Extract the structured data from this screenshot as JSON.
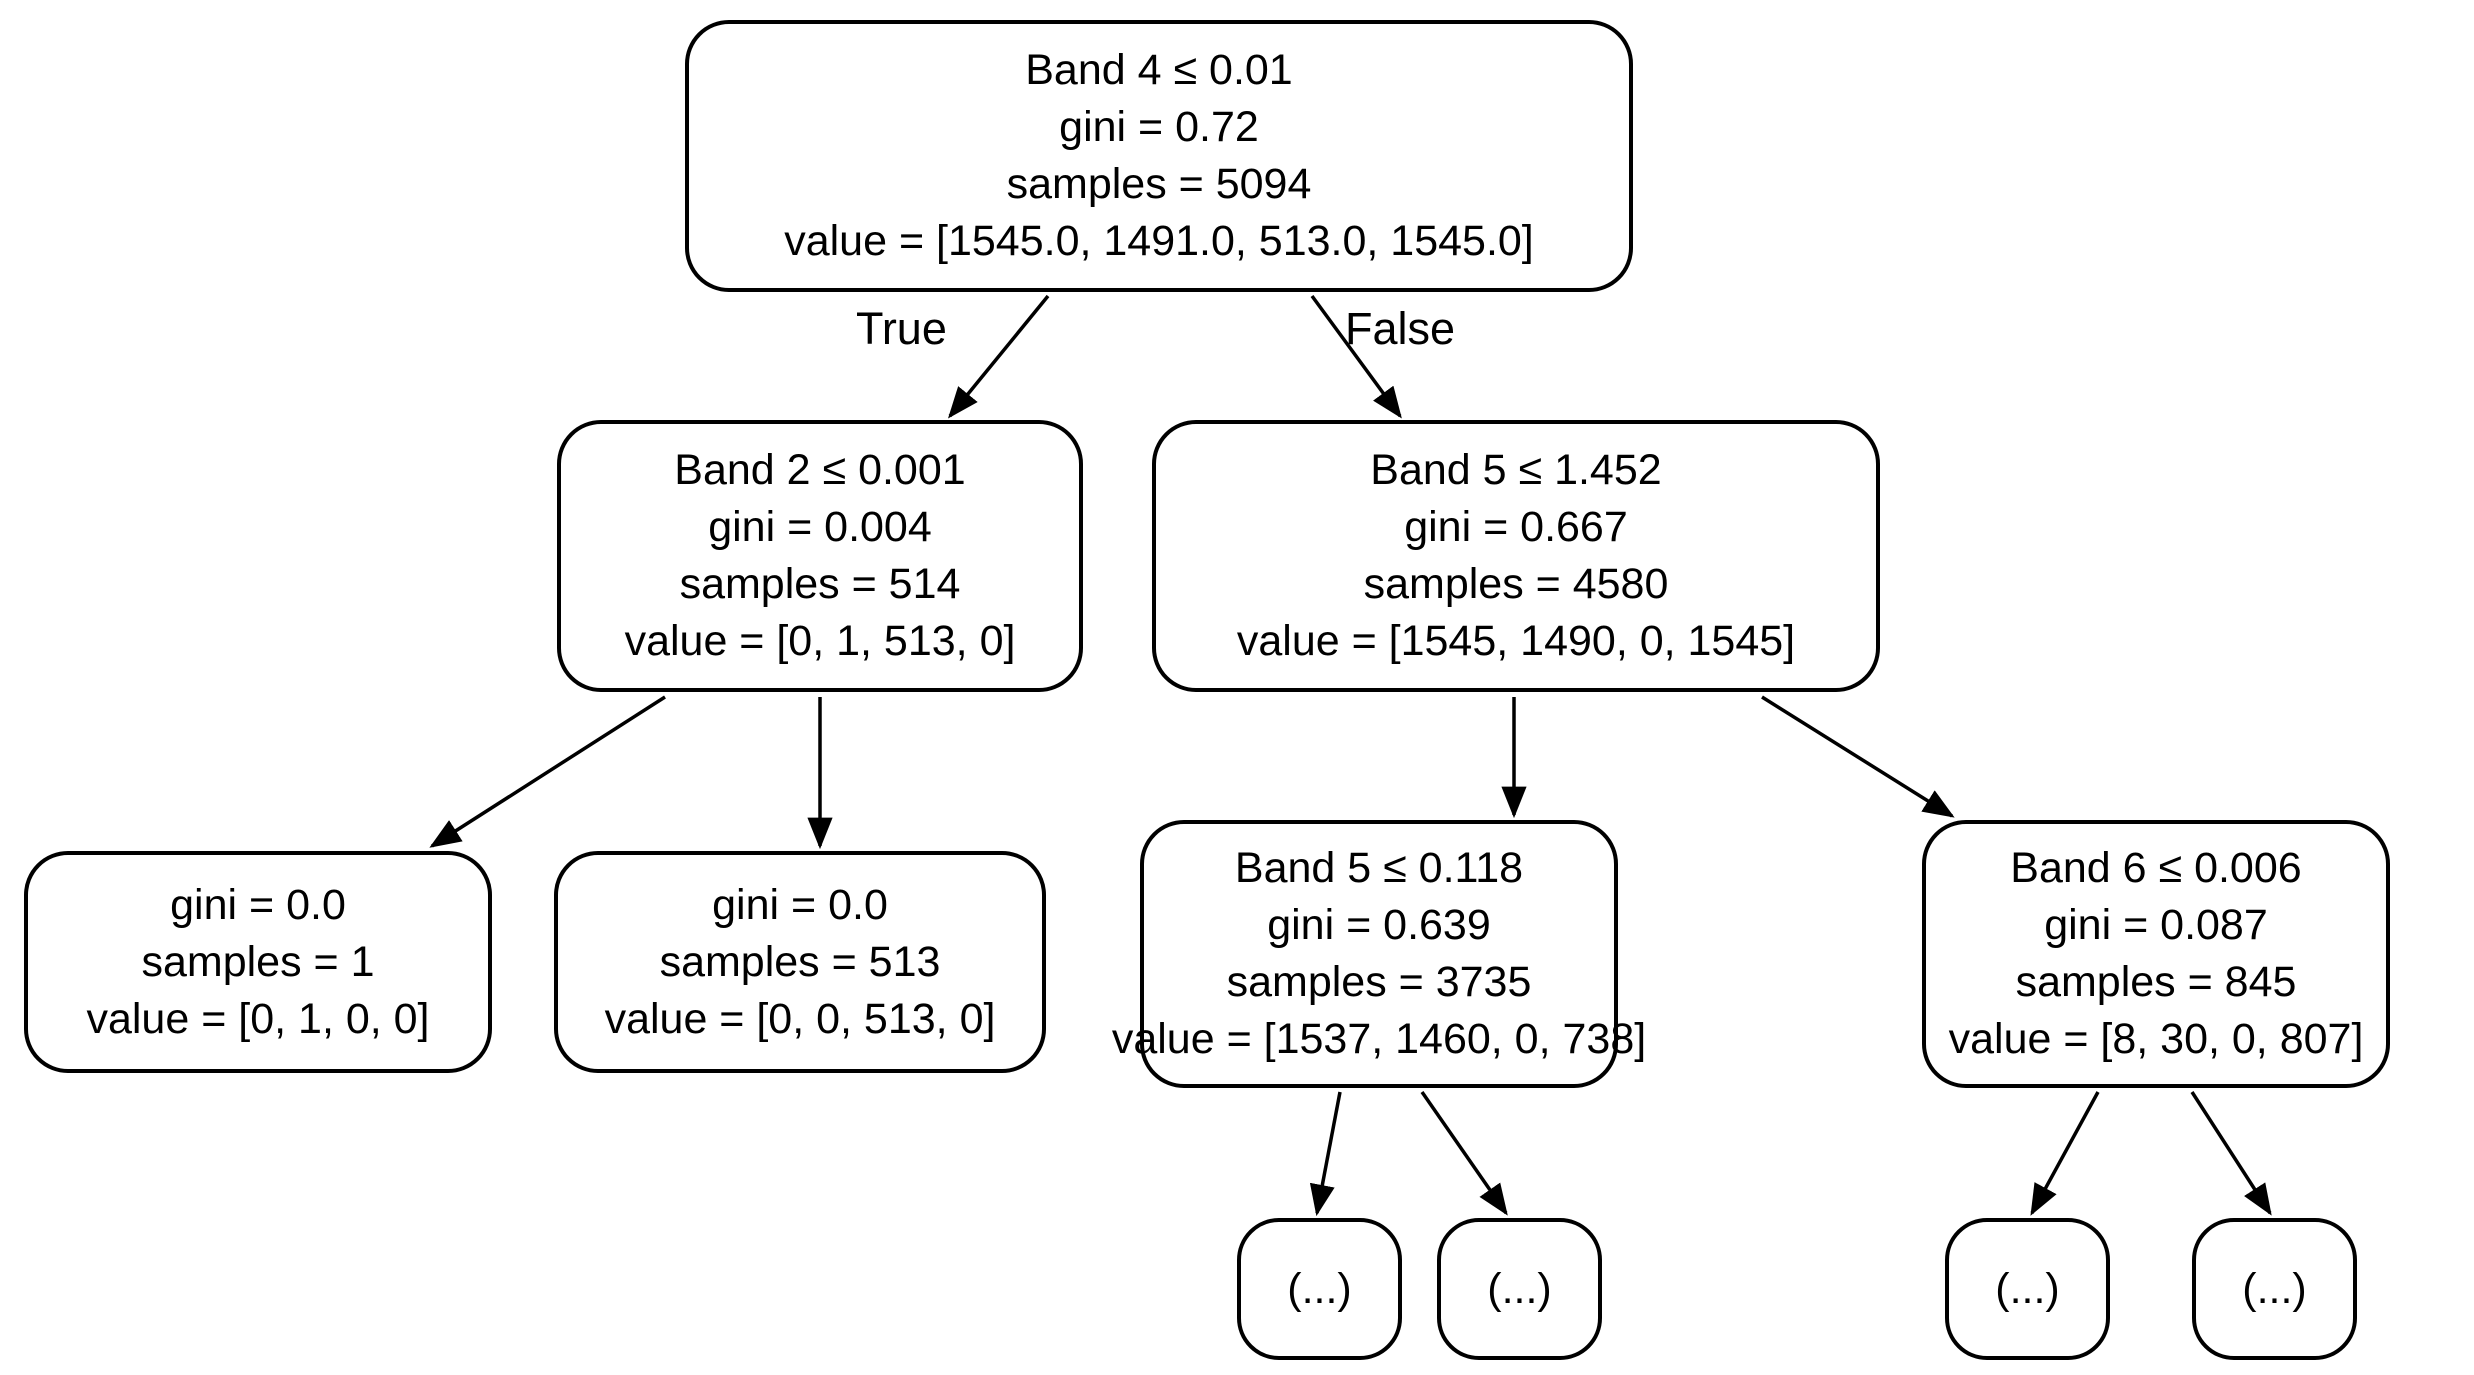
{
  "diagram": {
    "type": "decision-tree",
    "colors": {
      "background": "#ffffff",
      "node_fill": "#ffffff",
      "node_border": "#000000",
      "text": "#000000"
    },
    "edge_labels": {
      "true_label": "True",
      "false_label": "False"
    },
    "nodes": {
      "root": {
        "condition": "Band 4 ≤ 0.01",
        "gini": "gini = 0.72",
        "samples": "samples = 5094",
        "value": "value = [1545.0, 1491.0, 513.0, 1545.0]"
      },
      "left": {
        "condition": "Band 2 ≤ 0.001",
        "gini": "gini = 0.004",
        "samples": "samples = 514",
        "value": "value = [0, 1, 513, 0]"
      },
      "right": {
        "condition": "Band 5 ≤ 1.452",
        "gini": "gini = 0.667",
        "samples": "samples = 4580",
        "value": "value = [1545, 1490, 0, 1545]"
      },
      "left_left": {
        "gini": "gini = 0.0",
        "samples": "samples = 1",
        "value": "value = [0, 1, 0, 0]"
      },
      "left_right": {
        "gini": "gini = 0.0",
        "samples": "samples = 513",
        "value": "value = [0, 0, 513, 0]"
      },
      "right_left": {
        "condition": "Band 5 ≤ 0.118",
        "gini": "gini = 0.639",
        "samples": "samples = 3735",
        "value": "value = [1537, 1460, 0, 738]"
      },
      "right_right": {
        "condition": "Band 6 ≤ 0.006",
        "gini": "gini = 0.087",
        "samples": "samples = 845",
        "value": "value = [8, 30, 0, 807]"
      },
      "collapsed_label": "(...)"
    },
    "edges": [
      {
        "from": "root",
        "to": "left",
        "label": "True"
      },
      {
        "from": "root",
        "to": "right",
        "label": "False"
      },
      {
        "from": "left",
        "to": "left_left",
        "label": ""
      },
      {
        "from": "left",
        "to": "left_right",
        "label": ""
      },
      {
        "from": "right",
        "to": "right_left",
        "label": ""
      },
      {
        "from": "right",
        "to": "right_right",
        "label": ""
      },
      {
        "from": "right_left",
        "to": "collapsed_1",
        "label": ""
      },
      {
        "from": "right_left",
        "to": "collapsed_2",
        "label": ""
      },
      {
        "from": "right_right",
        "to": "collapsed_3",
        "label": ""
      },
      {
        "from": "right_right",
        "to": "collapsed_4",
        "label": ""
      }
    ]
  }
}
